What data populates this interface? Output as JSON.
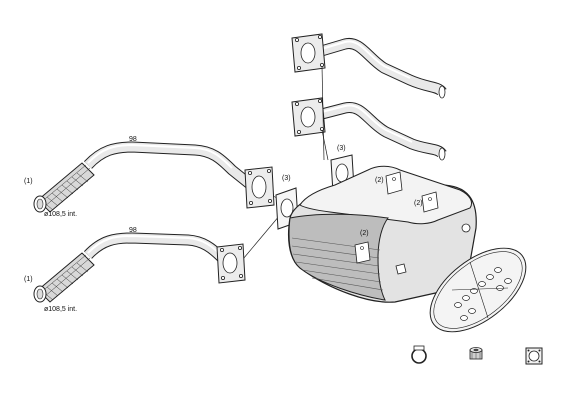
{
  "labels": {
    "flex_pipe_upper": "(1)",
    "flex_pipe_lower": "(1)",
    "diameter_upper": "ø108,5  int.",
    "diameter_lower": "ø108,5  int.",
    "gasket_left": "(3)",
    "gasket_right": "(3)",
    "bracket_left": "(2)",
    "bracket_right": "(2)",
    "bracket_front": "(2)"
  },
  "icons": {
    "clamp": "clamp-ring-icon",
    "nut": "nut-icon",
    "gasket": "gasket-icon"
  }
}
